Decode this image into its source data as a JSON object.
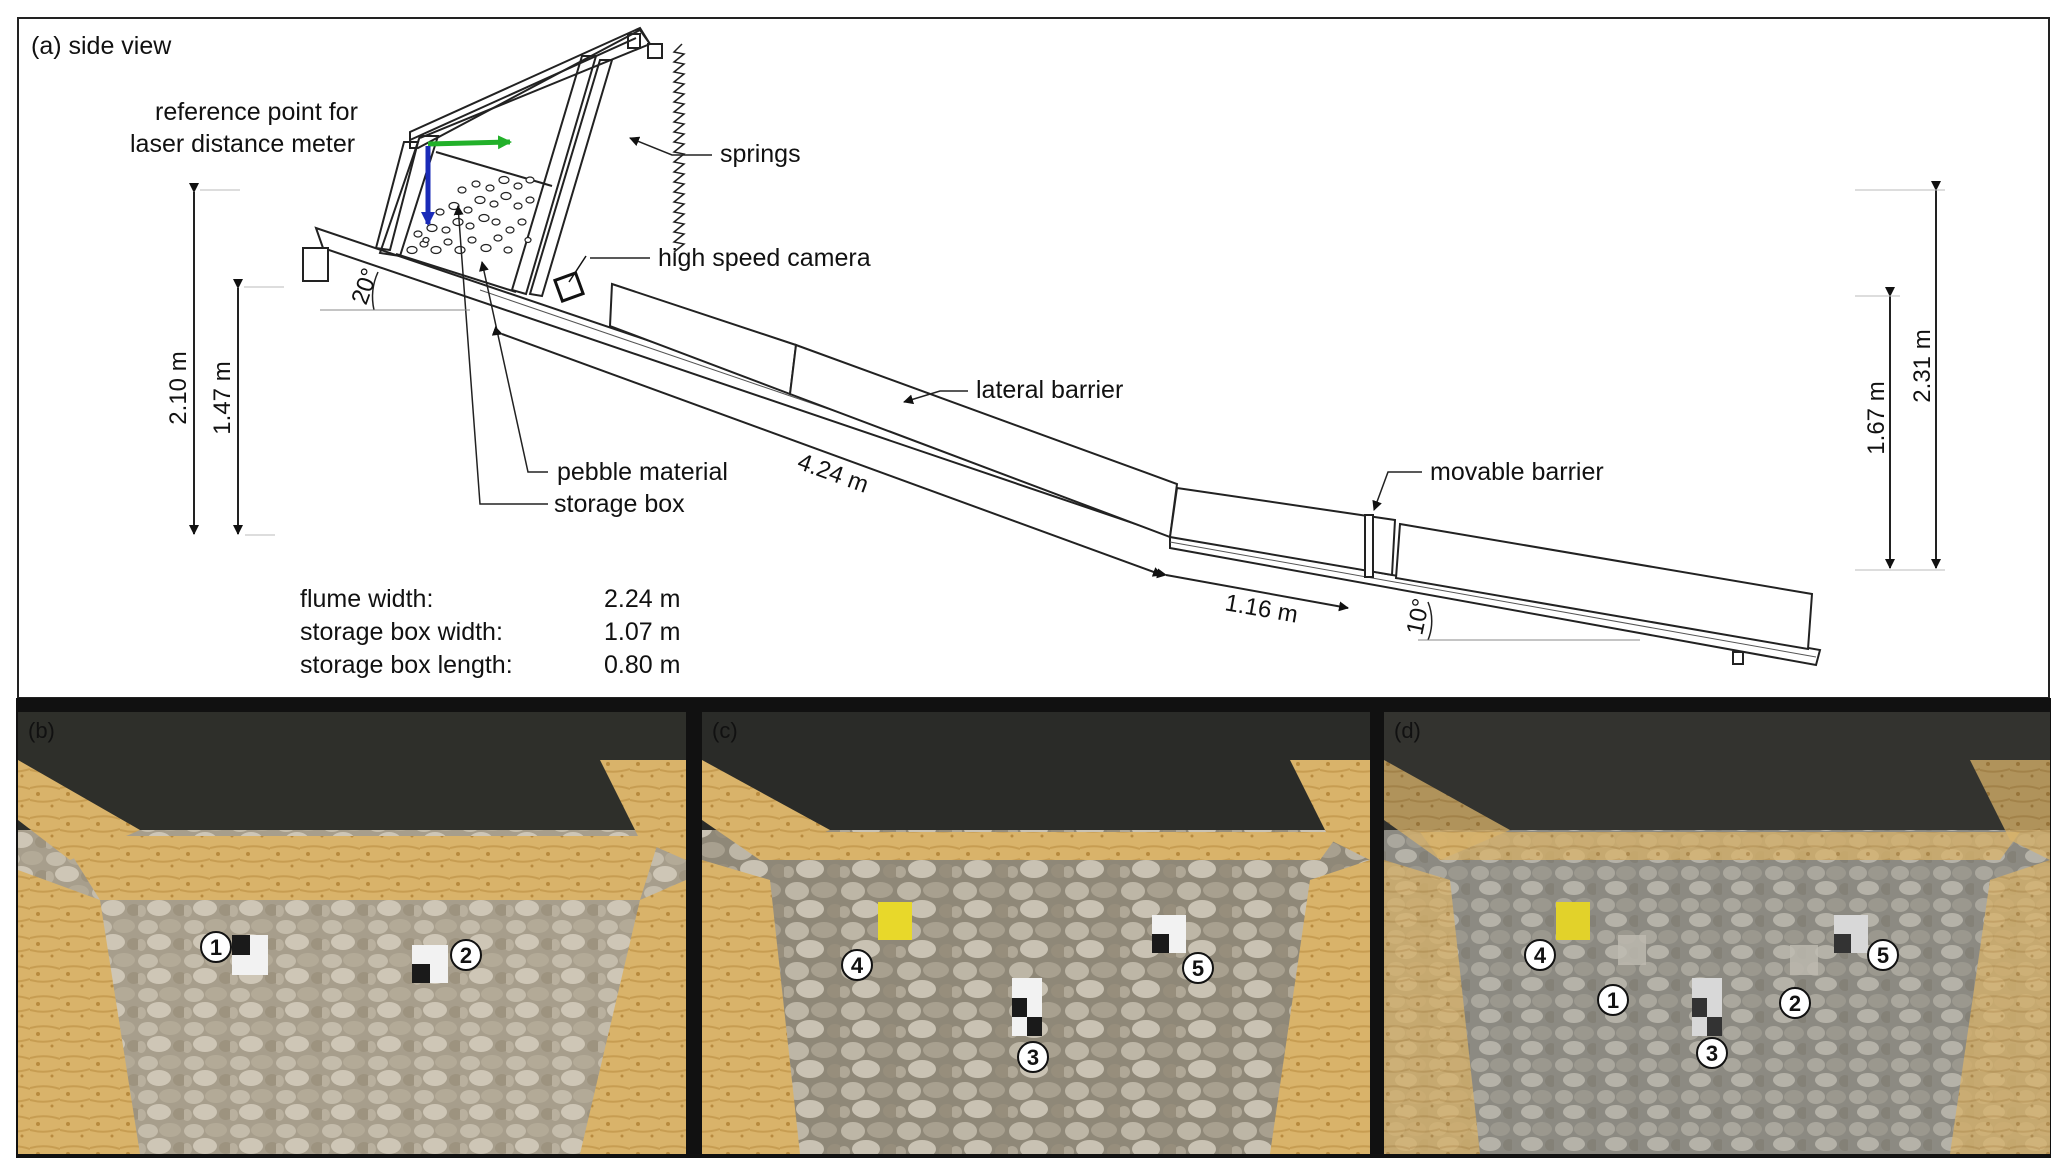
{
  "side_view": {
    "title": "(a) side view",
    "labels": {
      "reference_point_line1": "reference point for",
      "reference_point_line2": "laser distance meter",
      "springs": "springs",
      "high_speed_camera": "high speed camera",
      "lateral_barrier": "lateral barrier",
      "pebble_material_line1": "pebble material",
      "pebble_material_line2": "storage box",
      "movable_barrier": "movable barrier"
    },
    "dimensions": {
      "angle_upper": "20°",
      "angle_lower": "10°",
      "height_total_left": "2.10 m",
      "height_flume_left": "1.47 m",
      "height_total_right": "2.31 m",
      "height_flume_right": "1.67 m",
      "length_upper": "4.24 m",
      "length_lower": "1.16 m"
    },
    "specs": [
      {
        "label": "flume width:",
        "value": "2.24 m"
      },
      {
        "label": "storage box width:",
        "value": "1.07 m"
      },
      {
        "label": "storage box length:",
        "value": "0.80 m"
      }
    ],
    "arrow_colors": {
      "x_axis": "#22b02a",
      "z_axis": "#1a2bb8"
    }
  },
  "photos": [
    {
      "label": "(b)",
      "markers": [
        "1",
        "2"
      ]
    },
    {
      "label": "(c)",
      "markers": [
        "4",
        "5",
        "3"
      ]
    },
    {
      "label": "(d)",
      "markers": [
        "4",
        "1",
        "3",
        "2",
        "5"
      ]
    }
  ]
}
